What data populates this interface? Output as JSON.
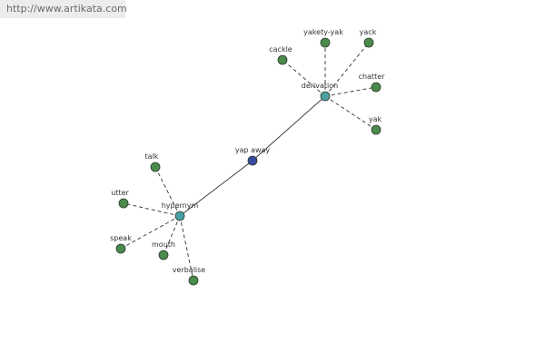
{
  "site_link": "http://www.artikata.com",
  "graph": {
    "colors": {
      "center": "#3a4aa0",
      "hub": "#4aa0a0",
      "leaf": "#4a8a4a",
      "edge": "#333333"
    },
    "nodes": [
      {
        "id": "yap_away",
        "label": "yap away",
        "kind": "center"
      },
      {
        "id": "hypernym",
        "label": "hypernym",
        "kind": "hub"
      },
      {
        "id": "derivation",
        "label": "derivation",
        "kind": "hub"
      },
      {
        "id": "talk",
        "label": "talk",
        "kind": "leaf"
      },
      {
        "id": "utter",
        "label": "utter",
        "kind": "leaf"
      },
      {
        "id": "speak",
        "label": "speak",
        "kind": "leaf"
      },
      {
        "id": "mouth",
        "label": "mouth",
        "kind": "leaf"
      },
      {
        "id": "verbalise",
        "label": "verbalise",
        "kind": "leaf"
      },
      {
        "id": "cackle",
        "label": "cackle",
        "kind": "leaf"
      },
      {
        "id": "yakety_yak",
        "label": "yakety-yak",
        "kind": "leaf"
      },
      {
        "id": "yack",
        "label": "yack",
        "kind": "leaf"
      },
      {
        "id": "chatter",
        "label": "chatter",
        "kind": "leaf"
      },
      {
        "id": "yak",
        "label": "yak",
        "kind": "leaf"
      }
    ],
    "edges": [
      {
        "from": "yap_away",
        "to": "hypernym",
        "style": "solid"
      },
      {
        "from": "yap_away",
        "to": "derivation",
        "style": "solid"
      },
      {
        "from": "hypernym",
        "to": "talk",
        "style": "dashed"
      },
      {
        "from": "hypernym",
        "to": "utter",
        "style": "dashed"
      },
      {
        "from": "hypernym",
        "to": "speak",
        "style": "dashed"
      },
      {
        "from": "hypernym",
        "to": "mouth",
        "style": "dashed"
      },
      {
        "from": "hypernym",
        "to": "verbalise",
        "style": "dashed"
      },
      {
        "from": "derivation",
        "to": "cackle",
        "style": "dashed"
      },
      {
        "from": "derivation",
        "to": "yakety_yak",
        "style": "dashed"
      },
      {
        "from": "derivation",
        "to": "yack",
        "style": "dashed"
      },
      {
        "from": "derivation",
        "to": "chatter",
        "style": "dashed"
      },
      {
        "from": "derivation",
        "to": "yak",
        "style": "dashed"
      }
    ]
  }
}
